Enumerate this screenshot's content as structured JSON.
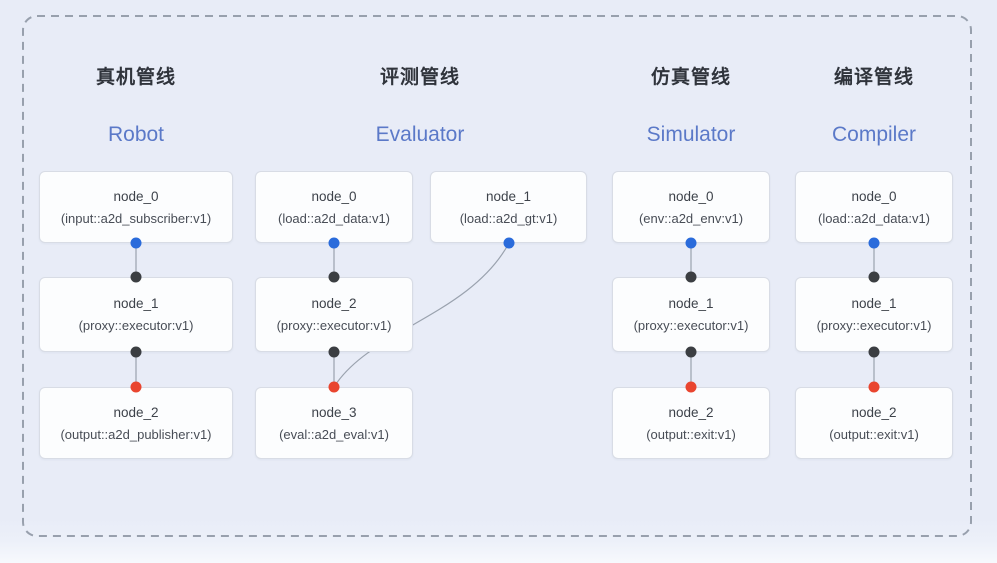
{
  "colors": {
    "background": "#e8ecf7",
    "dashed_boundary": "#98a0ad",
    "node_background": "#fcfdfe",
    "node_border": "#d8dce5",
    "cn_title_text": "#30343c",
    "en_title_text": "#5b79c8",
    "node_text": "#3d424a",
    "edge_line": "#9aa2ae",
    "port_output_blue": "#2a6bdb",
    "port_link_dark": "#3b3e42",
    "port_input_red": "#e9452f"
  },
  "pipelines": [
    {
      "id": "robot",
      "title_cn": "真机管线",
      "title_en": "Robot",
      "nodes": [
        {
          "name": "node_0",
          "type": "(input::a2d_subscriber:v1)",
          "port_bottom": "blue"
        },
        {
          "name": "node_1",
          "type": "(proxy::executor:v1)",
          "port_top": "dark",
          "port_bottom": "dark"
        },
        {
          "name": "node_2",
          "type": "(output::a2d_publisher:v1)",
          "port_top": "red"
        }
      ],
      "edges": [
        [
          "node_0",
          "node_1"
        ],
        [
          "node_1",
          "node_2"
        ]
      ]
    },
    {
      "id": "evaluator",
      "title_cn": "评测管线",
      "title_en": "Evaluator",
      "nodes": [
        {
          "name": "node_0",
          "type": "(load::a2d_data:v1)",
          "port_bottom": "blue"
        },
        {
          "name": "node_1",
          "type": "(load::a2d_gt:v1)",
          "port_bottom": "blue"
        },
        {
          "name": "node_2",
          "type": "(proxy::executor:v1)",
          "port_top": "dark",
          "port_bottom": "dark"
        },
        {
          "name": "node_3",
          "type": "(eval::a2d_eval:v1)",
          "port_top": "red"
        }
      ],
      "edges": [
        [
          "node_0",
          "node_2"
        ],
        [
          "node_2",
          "node_3"
        ],
        [
          "node_1",
          "node_3"
        ]
      ]
    },
    {
      "id": "simulator",
      "title_cn": "仿真管线",
      "title_en": "Simulator",
      "nodes": [
        {
          "name": "node_0",
          "type": "(env::a2d_env:v1)",
          "port_bottom": "blue"
        },
        {
          "name": "node_1",
          "type": "(proxy::executor:v1)",
          "port_top": "dark",
          "port_bottom": "dark"
        },
        {
          "name": "node_2",
          "type": "(output::exit:v1)",
          "port_top": "red"
        }
      ],
      "edges": [
        [
          "node_0",
          "node_1"
        ],
        [
          "node_1",
          "node_2"
        ]
      ]
    },
    {
      "id": "compiler",
      "title_cn": "编译管线",
      "title_en": "Compiler",
      "nodes": [
        {
          "name": "node_0",
          "type": "(load::a2d_data:v1)",
          "port_bottom": "blue"
        },
        {
          "name": "node_1",
          "type": "(proxy::executor:v1)",
          "port_top": "dark",
          "port_bottom": "dark"
        },
        {
          "name": "node_2",
          "type": "(output::exit:v1)",
          "port_top": "red"
        }
      ],
      "edges": [
        [
          "node_0",
          "node_1"
        ],
        [
          "node_1",
          "node_2"
        ]
      ]
    }
  ]
}
